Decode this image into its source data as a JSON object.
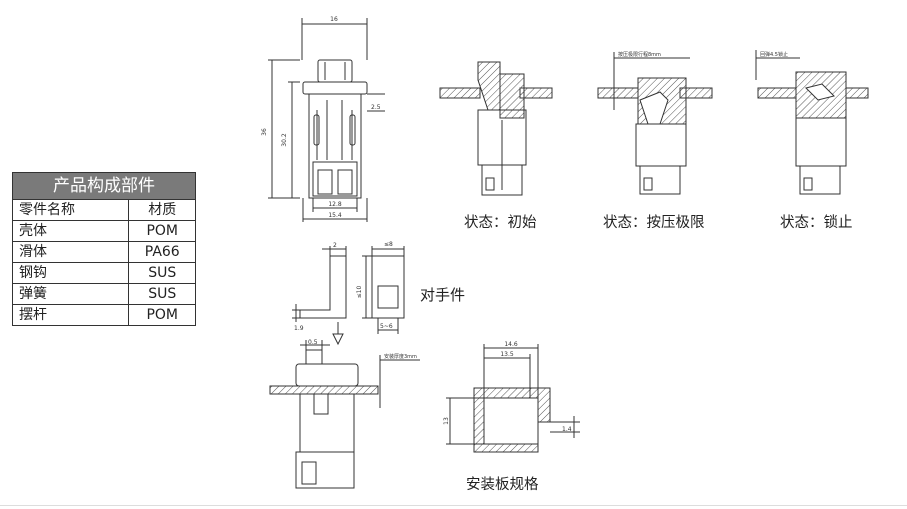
{
  "parts_table": {
    "title": "产品构成部件",
    "headers": [
      "零件名称",
      "材质"
    ],
    "rows": [
      {
        "name": "壳体",
        "material": "POM"
      },
      {
        "name": "滑体",
        "material": "PA66"
      },
      {
        "name": "钢钩",
        "material": "SUS"
      },
      {
        "name": "弹簧",
        "material": "SUS"
      },
      {
        "name": "摆杆",
        "material": "POM"
      }
    ]
  },
  "states": {
    "initial": "状态：初始",
    "press": "状态：按压极限",
    "lock": "状态：锁止"
  },
  "labels": {
    "counterpart": "对手件",
    "panel_spec": "安装板规格"
  },
  "notes": {
    "press_note": "按压极限行程8mm",
    "lock_note": "回弹4.5锁止",
    "panel_note": "安装厚度3mm"
  },
  "dimensions": {
    "main_top_width": "16",
    "main_height": "36",
    "main_inner_height": "30.2",
    "main_step": "2.5",
    "main_bottom_inner": "12.8",
    "main_bottom_outer": "15.4",
    "cp_thickness": "2",
    "cp_width": "≤8",
    "cp_height": "≤10",
    "cp_foot": "1.9",
    "cp_hole": "5~6",
    "inst_gap": "0.5",
    "panel_outer": "14.6",
    "panel_inner": "13.5",
    "panel_height": "13",
    "panel_thick": "1.4"
  }
}
